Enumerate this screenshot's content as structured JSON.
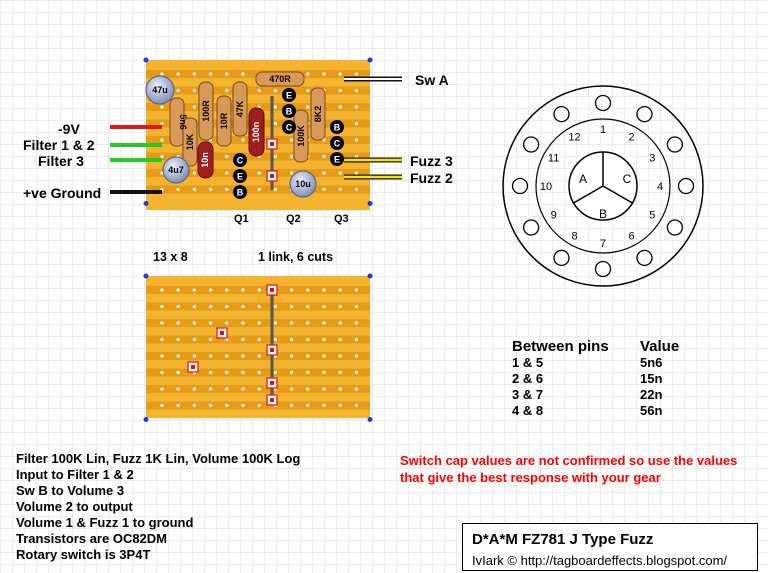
{
  "top_board": {
    "wire_labels": {
      "sw_a": "Sw A",
      "minus_9v": "-9V",
      "filter_1_2": "Filter 1 & 2",
      "filter_3": "Filter 3",
      "fuzz_3": "Fuzz 3",
      "fuzz_2": "Fuzz 2",
      "ground": "+ve Ground"
    },
    "components": {
      "r_5n6": "5n6",
      "r_100r": "100R",
      "r_10k": "10K",
      "r_10r": "10R",
      "r_47k": "47K",
      "r_470r": "470R",
      "r_100k": "100K",
      "r_8k2": "8K2",
      "c_100n": "100n",
      "c_10n": "10n",
      "e_47u": "47u",
      "e_4u7": "4u7",
      "e_10u": "10u"
    },
    "transistors": [
      "Q1",
      "Q2",
      "Q3"
    ],
    "pin_letters": {
      "e": "E",
      "b": "B",
      "c": "C"
    }
  },
  "bottom_board": {
    "size": "13 x 8",
    "summary": "1 link, 6 cuts"
  },
  "rotary_switch": {
    "outer_pins": [
      "1",
      "2",
      "3",
      "4",
      "5",
      "6",
      "7",
      "8",
      "9",
      "10",
      "11",
      "12"
    ],
    "poles": [
      "A",
      "B",
      "C"
    ]
  },
  "cap_table": {
    "header": [
      "Between pins",
      "Value"
    ],
    "rows": [
      [
        "1 & 5",
        "5n6"
      ],
      [
        "2 & 6",
        "15n"
      ],
      [
        "3 & 7",
        "22n"
      ],
      [
        "4 & 8",
        "56n"
      ]
    ]
  },
  "notes": [
    "Filter 100K Lin, Fuzz 1K Lin, Volume 100K Log",
    "Input to Filter 1 & 2",
    "Sw B to Volume 3",
    "Volume 2 to output",
    "Volume 1 & Fuzz 1 to ground",
    "Transistors are OC82DM",
    "Rotary switch is 3P4T"
  ],
  "warning": "Switch cap values are not confirmed so use the values that give the best response with your gear",
  "title": "D*A*M FZ781 J Type Fuzz",
  "credit": "IvIark © http://tagboardeffects.blogspot.com/",
  "colors": {
    "board": "#f5b430",
    "strip": "#e59a18",
    "resistor": "#d99a57",
    "ceramic": "#9e1d1d",
    "electrolytic": "#9aa9cc",
    "wire_red": "#e01818",
    "wire_green": "#28c828",
    "wire_yellow": "#f4e800",
    "warning": "#ff0000"
  }
}
